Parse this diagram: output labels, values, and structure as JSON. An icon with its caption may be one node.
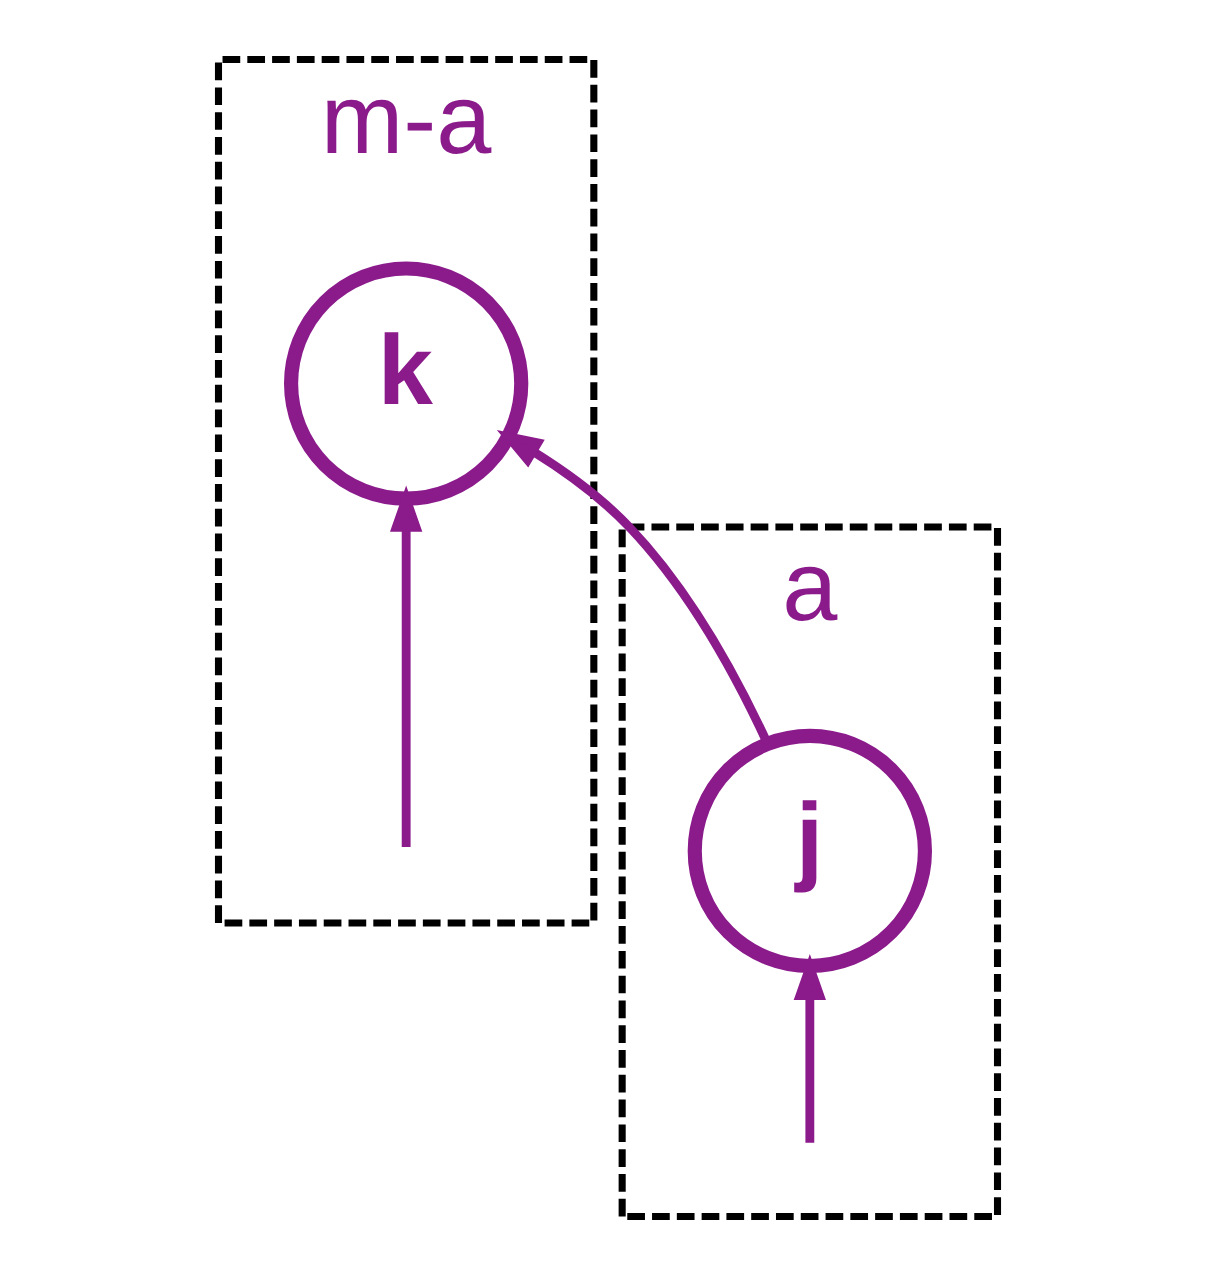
{
  "diagram": {
    "nodes": [
      {
        "text": [
          "a"
        ]
      },
      {
        "text": [
          "j"
        ],
        "in": 0
      },
      {
        "text": [
          "m-a"
        ]
      },
      {
        "text": [
          "k"
        ],
        "in": 2
      }
    ],
    "edges": [
      {
        "from": null,
        "to": 1,
        "arrow": "to"
      },
      {
        "from": 1,
        "to": 3,
        "arrow": "to"
      },
      {
        "from": null,
        "to": 3,
        "arrow": "to"
      }
    ]
  }
}
